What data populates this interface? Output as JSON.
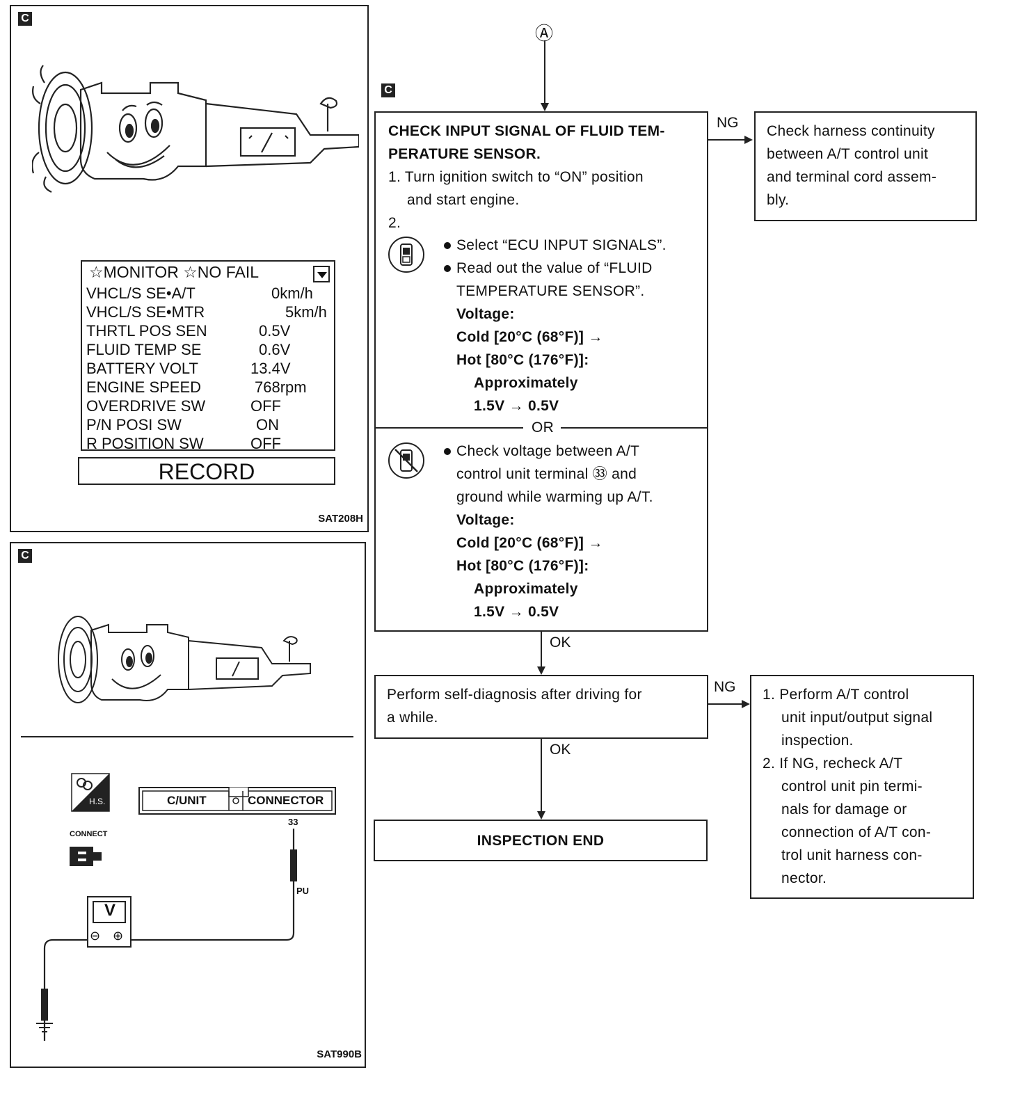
{
  "top_panel": {
    "badge": "C",
    "figure_code": "SAT208H",
    "monitor": {
      "header": "☆MONITOR ☆NO FAIL",
      "rows": [
        {
          "name": "VHCL/S SE•A/T",
          "value": "0km/h"
        },
        {
          "name": "VHCL/S SE•MTR",
          "value": "5km/h"
        },
        {
          "name": "THRTL POS SEN",
          "value": "0.5V"
        },
        {
          "name": "FLUID TEMP SE",
          "value": "0.6V"
        },
        {
          "name": "BATTERY VOLT",
          "value": "13.4V"
        },
        {
          "name": "ENGINE SPEED",
          "value": "768rpm"
        },
        {
          "name": "OVERDRIVE SW",
          "value": "OFF"
        },
        {
          "name": "P/N POSI SW",
          "value": "ON"
        },
        {
          "name": "R POSITION SW",
          "value": "OFF"
        }
      ],
      "record": "RECORD"
    }
  },
  "bottom_panel": {
    "badge": "C",
    "figure_code": "SAT990B",
    "hs_label": "H.S.",
    "connect_label": "CONNECT",
    "cunit_label": "C/UNIT",
    "connector_label": "CONNECTOR",
    "terminal_number": "33",
    "wire_color": "PU",
    "meter_label": "V",
    "minus": "⊖",
    "plus": "⊕"
  },
  "flowchart": {
    "entry_marker": "Ⓐ",
    "badge": "C",
    "check_box": {
      "title_line1": "CHECK INPUT SIGNAL OF FLUID TEM-",
      "title_line2": "PERATURE SENSOR.",
      "step1_line1": "1. Turn ignition switch to “ON” position",
      "step1_line2": "and start engine.",
      "step2": "2.",
      "consult_bullet1": "Select “ECU INPUT SIGNALS”.",
      "consult_bullet2_line1": "Read out the value of “FLUID",
      "consult_bullet2_line2": "TEMPERATURE SENSOR”.",
      "voltage_label": "Voltage:",
      "cold": "Cold [20°C (68°F)] →",
      "hot": "Hot [80°C (176°F)]:",
      "approx": "Approximately",
      "range": "1.5V → 0.5V",
      "or": "OR",
      "tester_bullet_line1": "Check voltage between A/T",
      "tester_bullet_line2": "control unit terminal ㉝ and",
      "tester_bullet_line3": "ground while warming up A/T.",
      "voltage_label2": "Voltage:",
      "cold2": "Cold [20°C (68°F)] →",
      "hot2": "Hot [80°C (176°F)]:",
      "approx2": "Approximately",
      "range2": "1.5V → 0.5V"
    },
    "ng1": "NG",
    "ng1_box": [
      "Check harness continuity",
      "between A/T control unit",
      "and terminal cord assem-",
      "bly."
    ],
    "ok1": "OK",
    "perform_box": [
      "Perform self-diagnosis after driving for",
      "a while."
    ],
    "ng2": "NG",
    "ng2_box": [
      "1. Perform A/T control",
      "unit input/output signal",
      "inspection.",
      "2. If NG, recheck A/T",
      "control unit pin termi-",
      "nals for damage or",
      "connection of A/T con-",
      "trol unit harness con-",
      "nector."
    ],
    "ok2": "OK",
    "end_box": "INSPECTION END"
  }
}
